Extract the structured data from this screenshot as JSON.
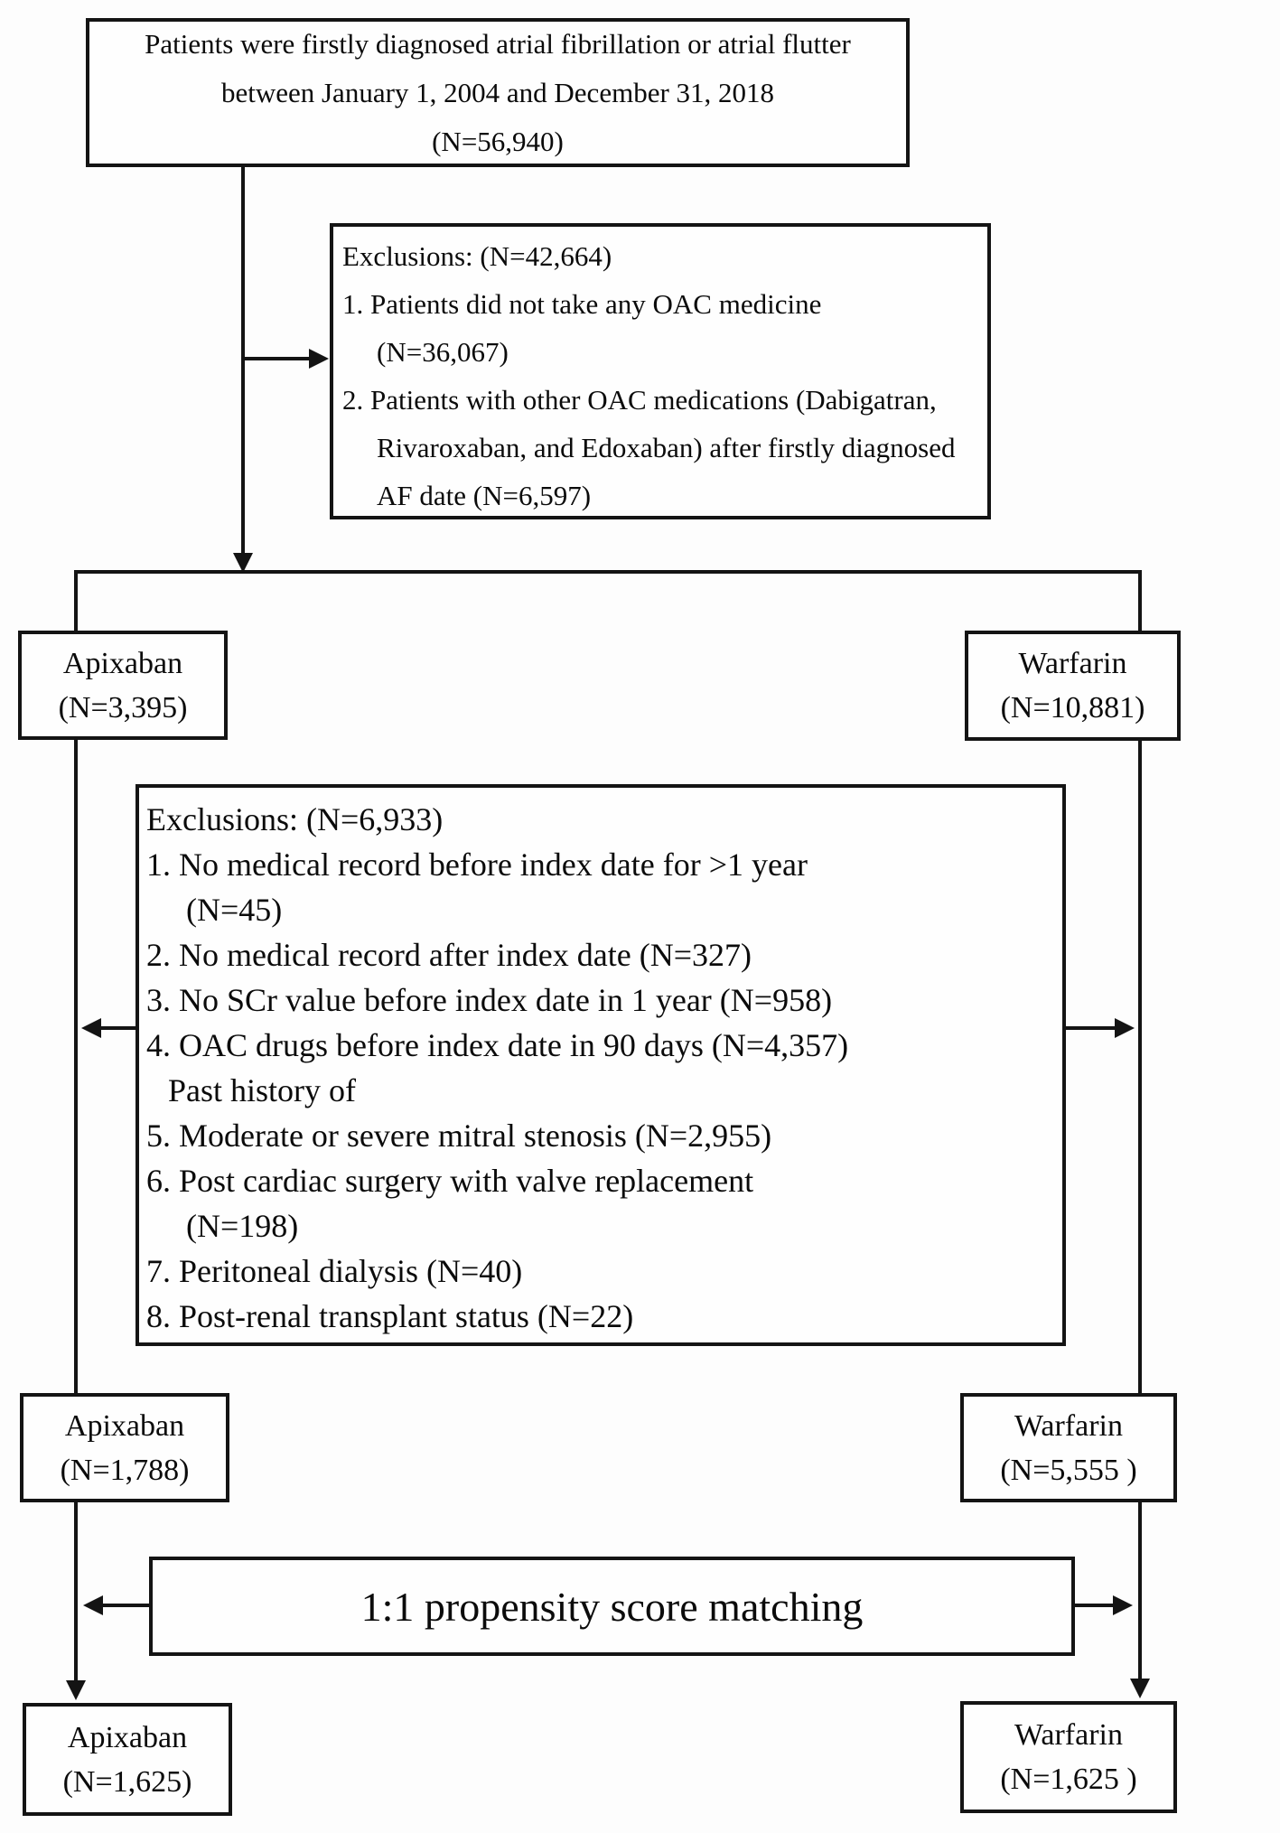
{
  "figure": {
    "background": "#fdfdfd",
    "line_color": "#141414"
  },
  "title_box": {
    "line1": "Patients were firstly diagnosed atrial fibrillation or atrial flutter",
    "line2": "between January 1, 2004 and December 31, 2018",
    "line3": "(N=56,940)"
  },
  "exclusions_first": {
    "lines": [
      "Exclusions: (N=42,664)",
      "1. Patients did not take any OAC medicine",
      "(N=36,067)",
      "2. Patients with other OAC medications (Dabigatran,",
      "Rivaroxaban, and Edoxaban) after firstly diagnosed",
      "AF date (N=6,597)"
    ]
  },
  "exclusions_second": {
    "lines": [
      "Exclusions: (N=6,933)",
      "1. No medical record before index date for >1 year",
      "(N=45)",
      "2. No medical record after index date (N=327)",
      "3. No SCr value before index date in 1 year (N=958)",
      "4. OAC drugs before index date in 90 days (N=4,357)",
      "Past history of",
      "5. Moderate or severe mitral stenosis (N=2,955)",
      "6. Post cardiac surgery with valve replacement",
      "(N=198)",
      "7. Peritoneal dialysis (N=40)",
      "8. Post-renal transplant status (N=22)"
    ]
  },
  "cohorts": {
    "apixaban_initial": {
      "name": "Apixaban",
      "n": "(N=3,395)"
    },
    "warfarin_initial": {
      "name": "Warfarin",
      "n": "(N=10,881)"
    },
    "apixaban_eligible": {
      "name": "Apixaban",
      "n": "(N=1,788)"
    },
    "warfarin_eligible": {
      "name": "Warfarin",
      "n": "(N=5,555 )"
    },
    "apixaban_matched": {
      "name": "Apixaban",
      "n": "(N=1,625)"
    },
    "warfarin_matched": {
      "name": "Warfarin",
      "n": "(N=1,625 )"
    }
  },
  "matching_box": {
    "label": "1:1 propensity score matching"
  }
}
